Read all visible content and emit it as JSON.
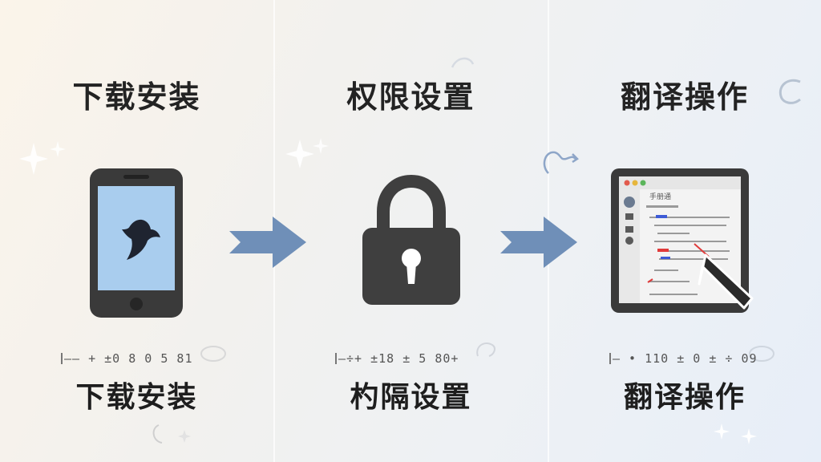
{
  "colors": {
    "arrow": "#6f8fb8",
    "icon_dark": "#3f3f3f",
    "phone_screen": "#a9cdee",
    "accent_red": "#e03a3a",
    "accent_blue": "#3d5bd6"
  },
  "steps": [
    {
      "title": "下载安装",
      "squiggle": "—‒ + ±0 8 0 5 81",
      "caption": "下载安装",
      "icon": "smartphone-icon"
    },
    {
      "title": "权限设置",
      "squiggle": "—÷+ ±18 ± 5 80+",
      "caption": "杓隔设置",
      "icon": "padlock-icon"
    },
    {
      "title": "翻译操作",
      "squiggle": "— • 110 ± 0 ± ÷ 09",
      "caption": "翻译操作",
      "icon": "laptop-window-icon"
    }
  ],
  "window": {
    "header_text": "手册通"
  }
}
